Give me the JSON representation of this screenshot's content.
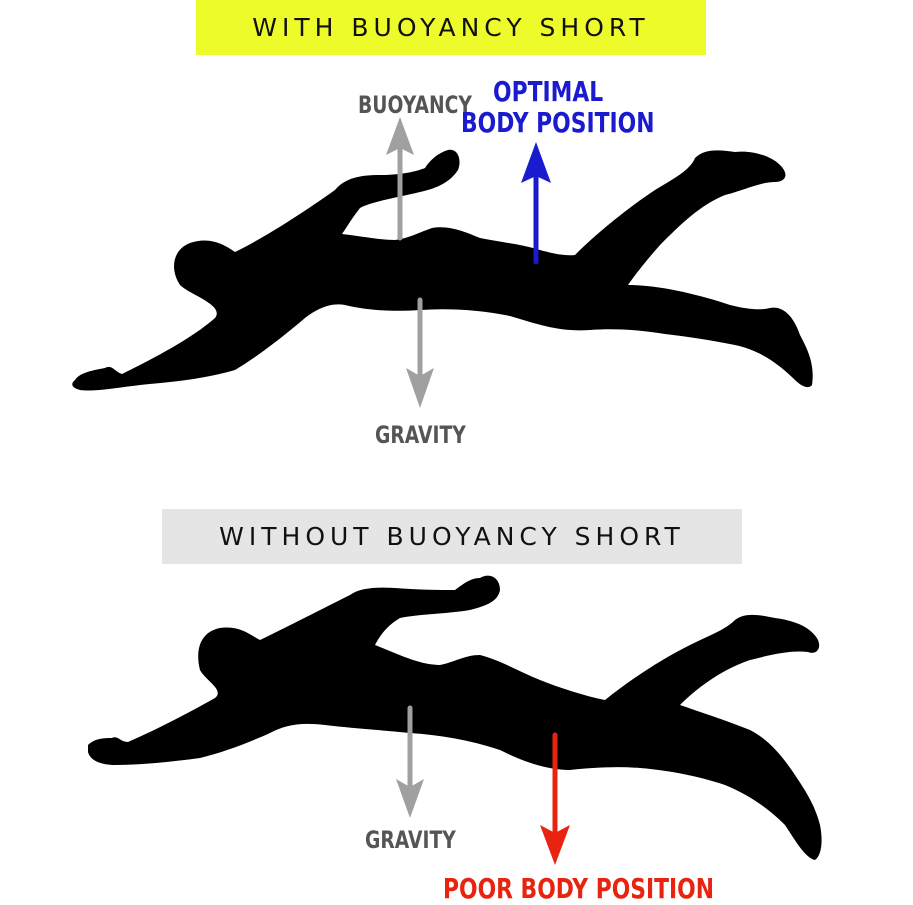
{
  "colors": {
    "banner_top_bg": "#eefb2a",
    "banner_bottom_bg": "#e5e5e5",
    "silhouette": "#000000",
    "force_arrow": "#a0a0a0",
    "force_label": "#555555",
    "optimal": "#1a1acf",
    "poor": "#e8230f"
  },
  "top_panel": {
    "title": "WITH BUOYANCY SHORT",
    "labels": {
      "buoyancy": "BUOYANCY",
      "optimal_line1": "OPTIMAL",
      "optimal_line2": "BODY POSITION",
      "gravity": "GRAVITY"
    },
    "arrows": [
      {
        "name": "buoyancy",
        "direction": "up",
        "color": "gray"
      },
      {
        "name": "optimal-body-position",
        "direction": "up",
        "color": "blue"
      },
      {
        "name": "gravity",
        "direction": "down",
        "color": "gray"
      }
    ]
  },
  "bottom_panel": {
    "title": "WITHOUT BUOYANCY SHORT",
    "labels": {
      "gravity": "GRAVITY",
      "poor": "POOR BODY POSITION"
    },
    "arrows": [
      {
        "name": "gravity",
        "direction": "down",
        "color": "gray"
      },
      {
        "name": "poor-body-position",
        "direction": "down",
        "color": "red"
      }
    ]
  }
}
